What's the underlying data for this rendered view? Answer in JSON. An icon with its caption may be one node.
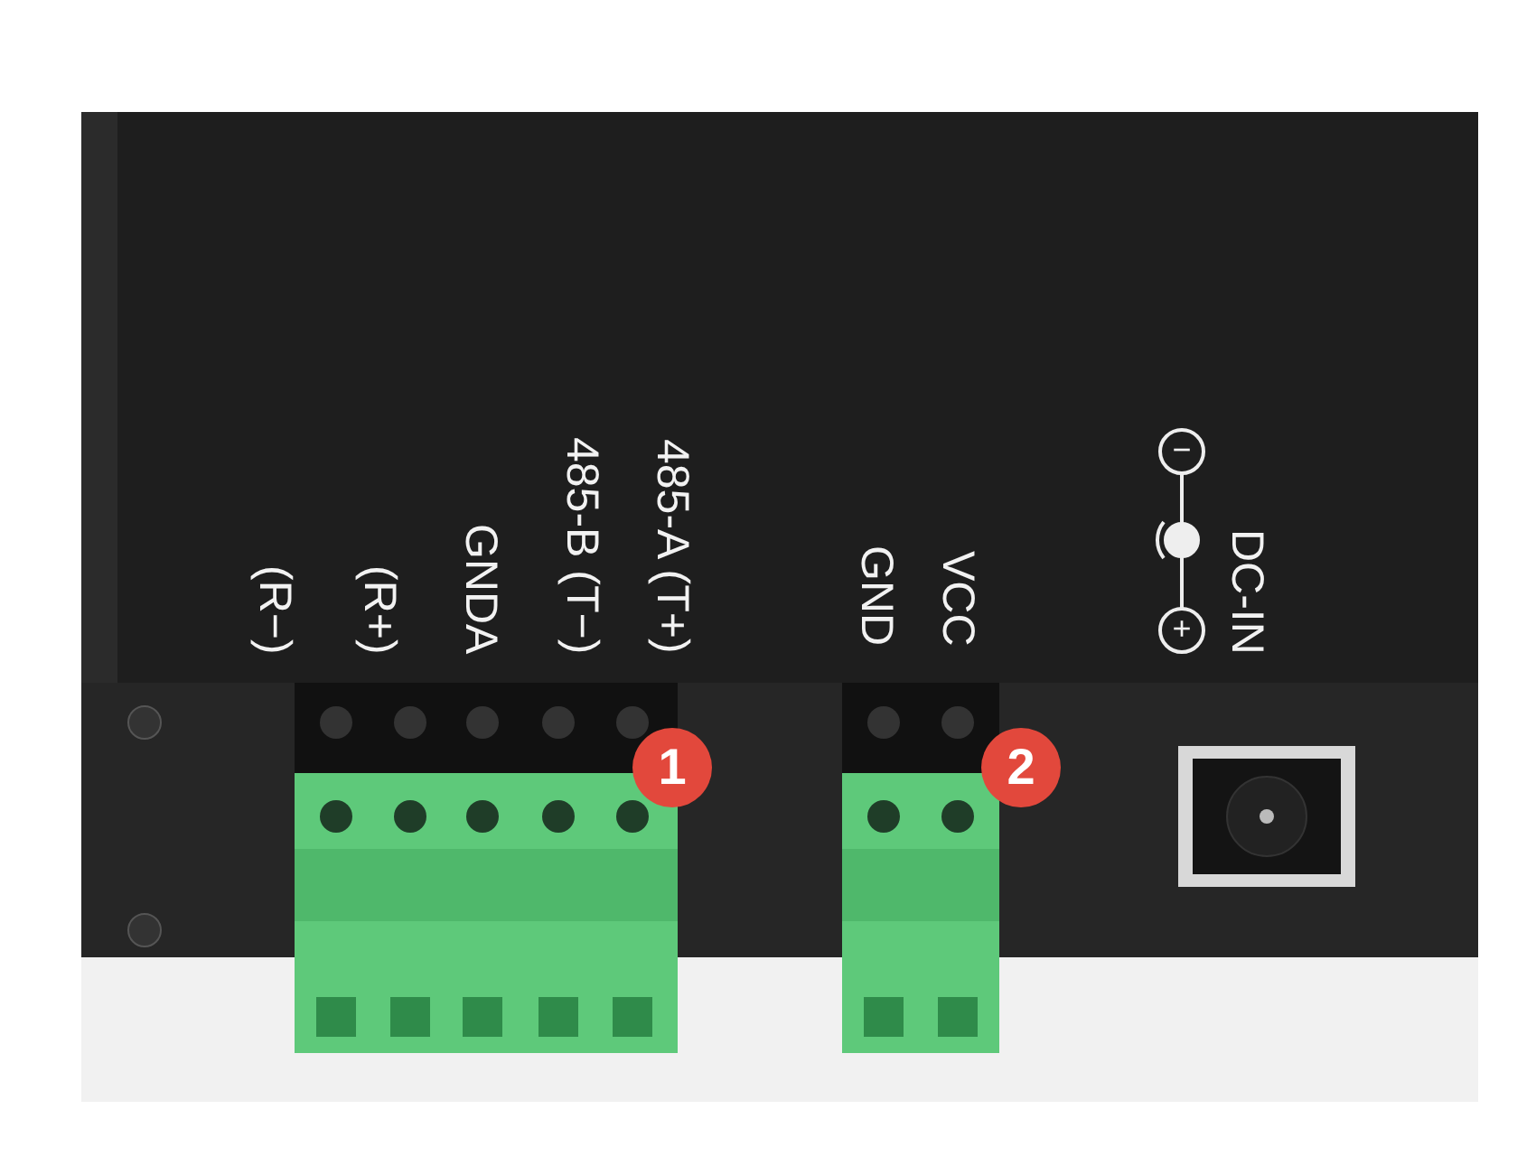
{
  "diagram": {
    "labels": [
      "(R−)",
      "(R+)",
      "GNDA",
      "485-B (T−)",
      "485-A (T+)",
      "GND",
      "VCC",
      "−",
      "DC-IN",
      "+",
      "1",
      "2"
    ]
  }
}
